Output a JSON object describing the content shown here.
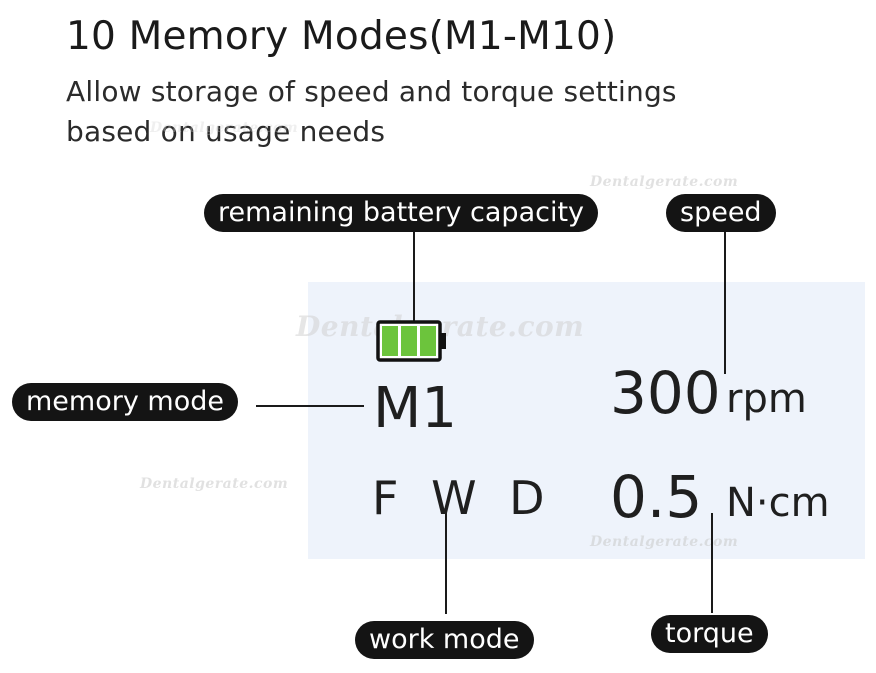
{
  "header": {
    "title": "10 Memory Modes(M1-M10)",
    "subtitle_line1": "Allow storage of speed and torque settings",
    "subtitle_line2": "based on usage needs"
  },
  "labels": {
    "battery": "remaining battery capacity",
    "speed": "speed",
    "memory_mode": "memory mode",
    "work_mode": "work mode",
    "torque": "torque"
  },
  "display": {
    "memory_mode_value": "M1",
    "work_mode_value": "F W D",
    "speed_value": "300",
    "speed_unit": "rpm",
    "torque_value": "0.5",
    "torque_unit": "N·cm",
    "battery_level": 1.0,
    "battery_segments": 3
  },
  "colors": {
    "pill_background": "#141414",
    "pill_text": "#ffffff",
    "panel_background": "#eef3fb",
    "battery_fill": "#6cc43c",
    "battery_outline": "#111111"
  },
  "watermark": {
    "text": "Dentalgerate.com"
  }
}
